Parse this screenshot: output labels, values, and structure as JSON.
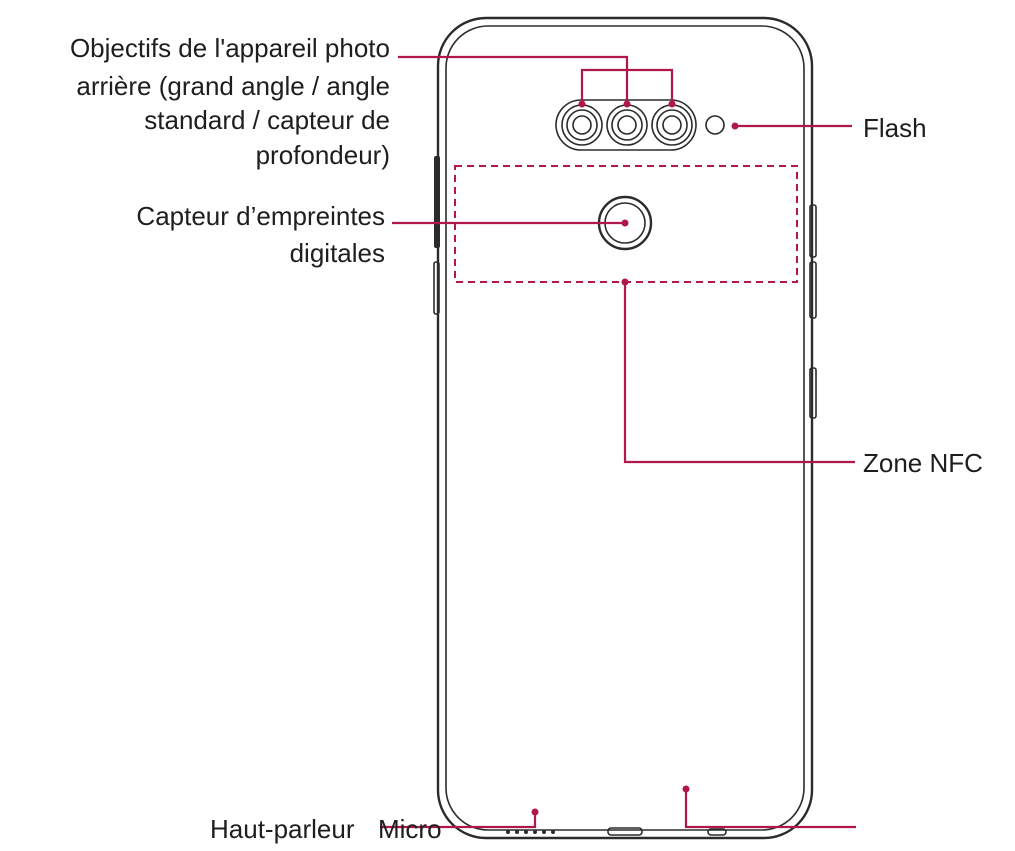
{
  "labels": {
    "rear_camera_line1": "Objectifs de l'appareil photo",
    "rear_camera_line2": "arrière (grand angle / angle",
    "rear_camera_line3": "standard / capteur de",
    "rear_camera_line4": "profondeur)",
    "fingerprint_line1": "Capteur d’empreintes",
    "fingerprint_line2": "digitales",
    "flash": "Flash",
    "nfc": "Zone NFC",
    "speaker": "Haut-parleur",
    "micro": "Micro"
  },
  "colors": {
    "leader": "#b0174c",
    "outline": "#2b2b2b"
  }
}
